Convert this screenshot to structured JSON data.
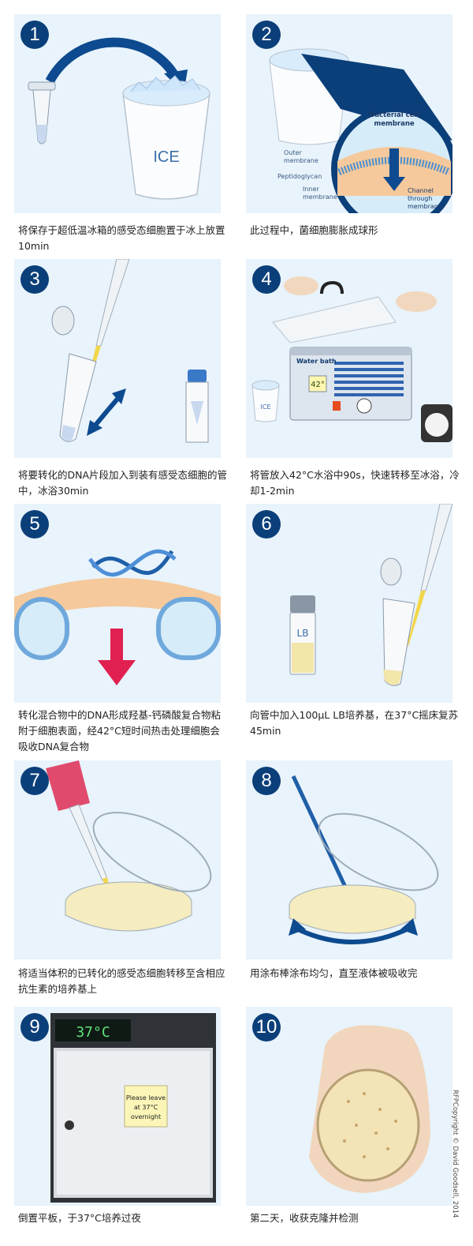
{
  "steps": [
    {
      "number": "1",
      "caption": "将保存于超低温冰箱的感受态细胞置于冰上放置10min",
      "labels": {
        "cup": "ICE"
      }
    },
    {
      "number": "2",
      "caption": "此过程中，菌细胞膨胀成球形",
      "labels": {
        "bacterial": "Bacterial cell",
        "membrane": "membrane",
        "outer1": "Outer",
        "outer2": "membrane",
        "pepti": "Peptidoglycan",
        "inner1": "Inner",
        "inner2": "membrane",
        "channel1": "Channel",
        "channel2": "through",
        "channel3": "membrane"
      }
    },
    {
      "number": "3",
      "caption": "将要转化的DNA片段加入到装有感受态细胞的管中，冰浴30min",
      "labels": {}
    },
    {
      "number": "4",
      "caption": "将管放入42°C水浴中90s，快速转移至冰浴，冷却1-2min",
      "labels": {
        "waterbath": "Water bath",
        "temp": "42°",
        "cup": "ICE"
      }
    },
    {
      "number": "5",
      "caption": "转化混合物中的DNA形成羟基-钙磷酸复合物粘附于细胞表面，经42°C短时间热击处理细胞会吸收DNA复合物",
      "labels": {}
    },
    {
      "number": "6",
      "caption": "向管中加入100μL LB培养基，在37°C摇床复苏45min",
      "labels": {
        "lb": "LB"
      }
    },
    {
      "number": "7",
      "caption": "将适当体积的已转化的感受态细胞转移至含相应抗生素的培养基上",
      "labels": {}
    },
    {
      "number": "8",
      "caption": "用涂布棒涂布均匀，直至液体被吸收完",
      "labels": {}
    },
    {
      "number": "9",
      "caption": "倒置平板，于37°C培养过夜",
      "labels": {
        "display": "37°C",
        "note1": "Please leave",
        "note2": "at 37°C",
        "note3": "overnight"
      }
    },
    {
      "number": "10",
      "caption": "第二天，收获克隆并检测",
      "labels": {}
    }
  ],
  "credit": "RFPCopyright © David Goodsell, 2014",
  "colors": {
    "badge": "#0b3f7a",
    "panel_bg": "#e8f3fb",
    "arrow_blue": "#0d4a8f",
    "membrane_orange": "#f5c99b",
    "red_arrow": "#e02050"
  }
}
